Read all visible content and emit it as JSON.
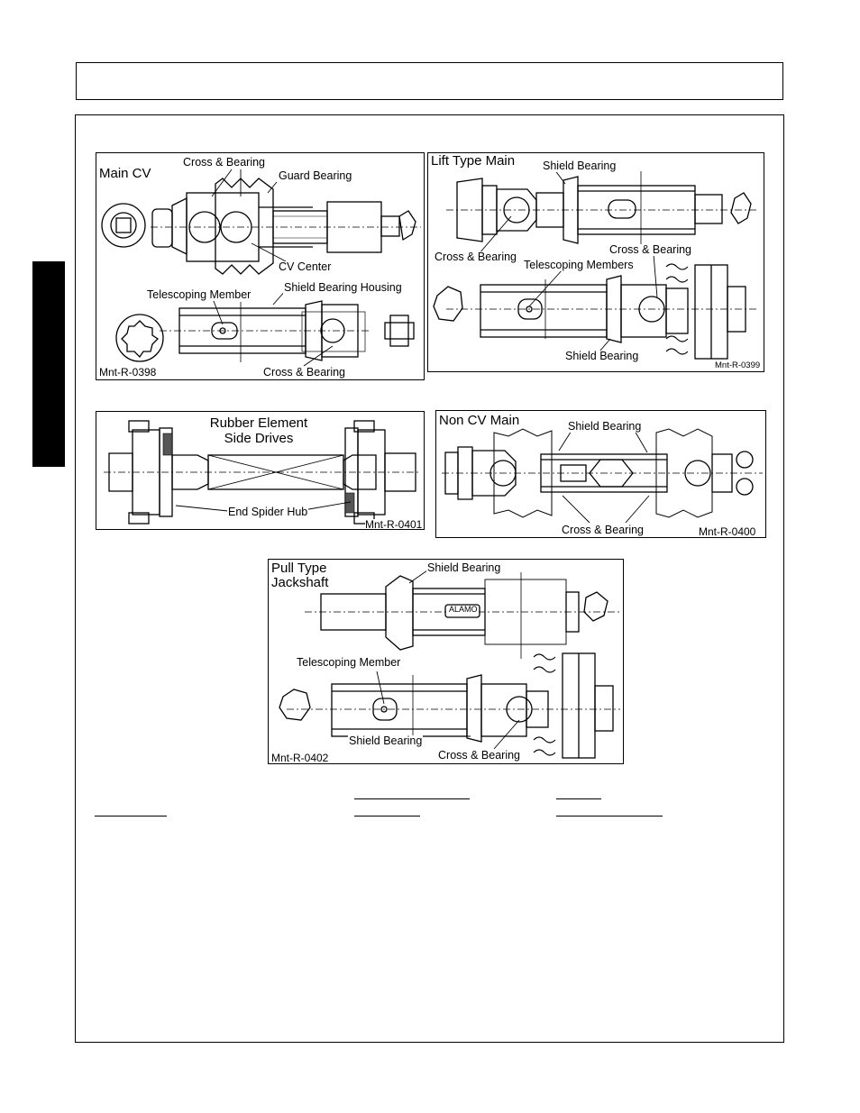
{
  "figures": {
    "main_cv": {
      "title": "Main CV",
      "code": "Mnt-R-0398",
      "labels": {
        "cross_bearing_top": "Cross & Bearing",
        "guard_bearing": "Guard Bearing",
        "cv_center": "CV Center",
        "telescoping_member": "Telescoping Member",
        "shield_bearing_housing": "Shield Bearing Housing",
        "cross_bearing_bottom": "Cross & Bearing"
      }
    },
    "lift_type_main": {
      "title": "Lift Type Main",
      "code": "Mnt-R-0399",
      "labels": {
        "shield_bearing_top": "Shield Bearing",
        "cross_bearing_left": "Cross & Bearing",
        "cross_bearing_right": "Cross & Bearing",
        "telescoping_members": "Telescoping Members",
        "shield_bearing_bottom": "Shield Bearing"
      }
    },
    "rubber_element": {
      "title_line1": "Rubber Element",
      "title_line2": "Side Drives",
      "code": "Mnt-R-0401",
      "labels": {
        "end_spider_hub": "End Spider Hub"
      }
    },
    "non_cv_main": {
      "title": "Non CV Main",
      "code": "Mnt-R-0400",
      "labels": {
        "shield_bearing": "Shield Bearing",
        "cross_bearing": "Cross & Bearing"
      }
    },
    "pull_type_jackshaft": {
      "title_line1": "Pull Type",
      "title_line2": "Jackshaft",
      "code": "Mnt-R-0402",
      "stamp": "ALAMO",
      "labels": {
        "shield_bearing_top": "Shield Bearing",
        "telescoping_member": "Telescoping Member",
        "shield_bearing_bottom": "Shield Bearing",
        "cross_bearing": "Cross & Bearing"
      }
    }
  }
}
